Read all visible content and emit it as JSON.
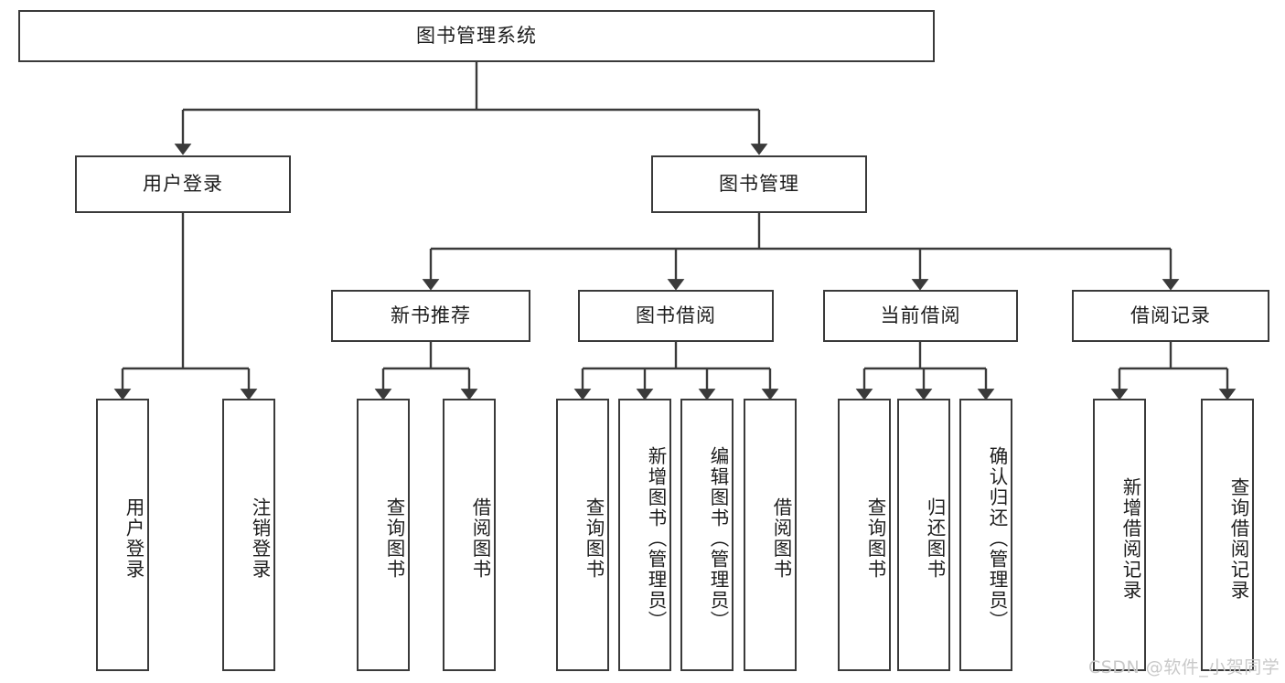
{
  "diagram": {
    "type": "tree-hierarchy",
    "title": "图书管理系统",
    "orientation": "top-down",
    "stroke_color": "#3a3a3a",
    "fill_color": "#ffffff",
    "text_color": "#1d1d1d"
  },
  "root": {
    "label": "图书管理系统"
  },
  "level1": [
    {
      "label": "用户登录"
    },
    {
      "label": "图书管理"
    }
  ],
  "level2": [
    {
      "label": "新书推荐"
    },
    {
      "label": "图书借阅"
    },
    {
      "label": "当前借阅"
    },
    {
      "label": "借阅记录"
    }
  ],
  "leaves": {
    "user_login": [
      {
        "label": "用户登录"
      },
      {
        "label": "注销登录"
      }
    ],
    "new_book_recommend": [
      {
        "label": "查询图书"
      },
      {
        "label": "借阅图书"
      }
    ],
    "book_borrow": [
      {
        "label": "查询图书"
      },
      {
        "label": "新增图书（管理员）"
      },
      {
        "label": "编辑图书（管理员）"
      },
      {
        "label": "借阅图书"
      }
    ],
    "current_borrow": [
      {
        "label": "查询图书"
      },
      {
        "label": "归还图书"
      },
      {
        "label": "确认归还（管理员）"
      }
    ],
    "borrow_record": [
      {
        "label": "新增借阅记录"
      },
      {
        "label": "查询借阅记录"
      }
    ]
  },
  "watermark": {
    "text": "CSDN @软件_小贺同学",
    "color": "#c9c9c9"
  }
}
